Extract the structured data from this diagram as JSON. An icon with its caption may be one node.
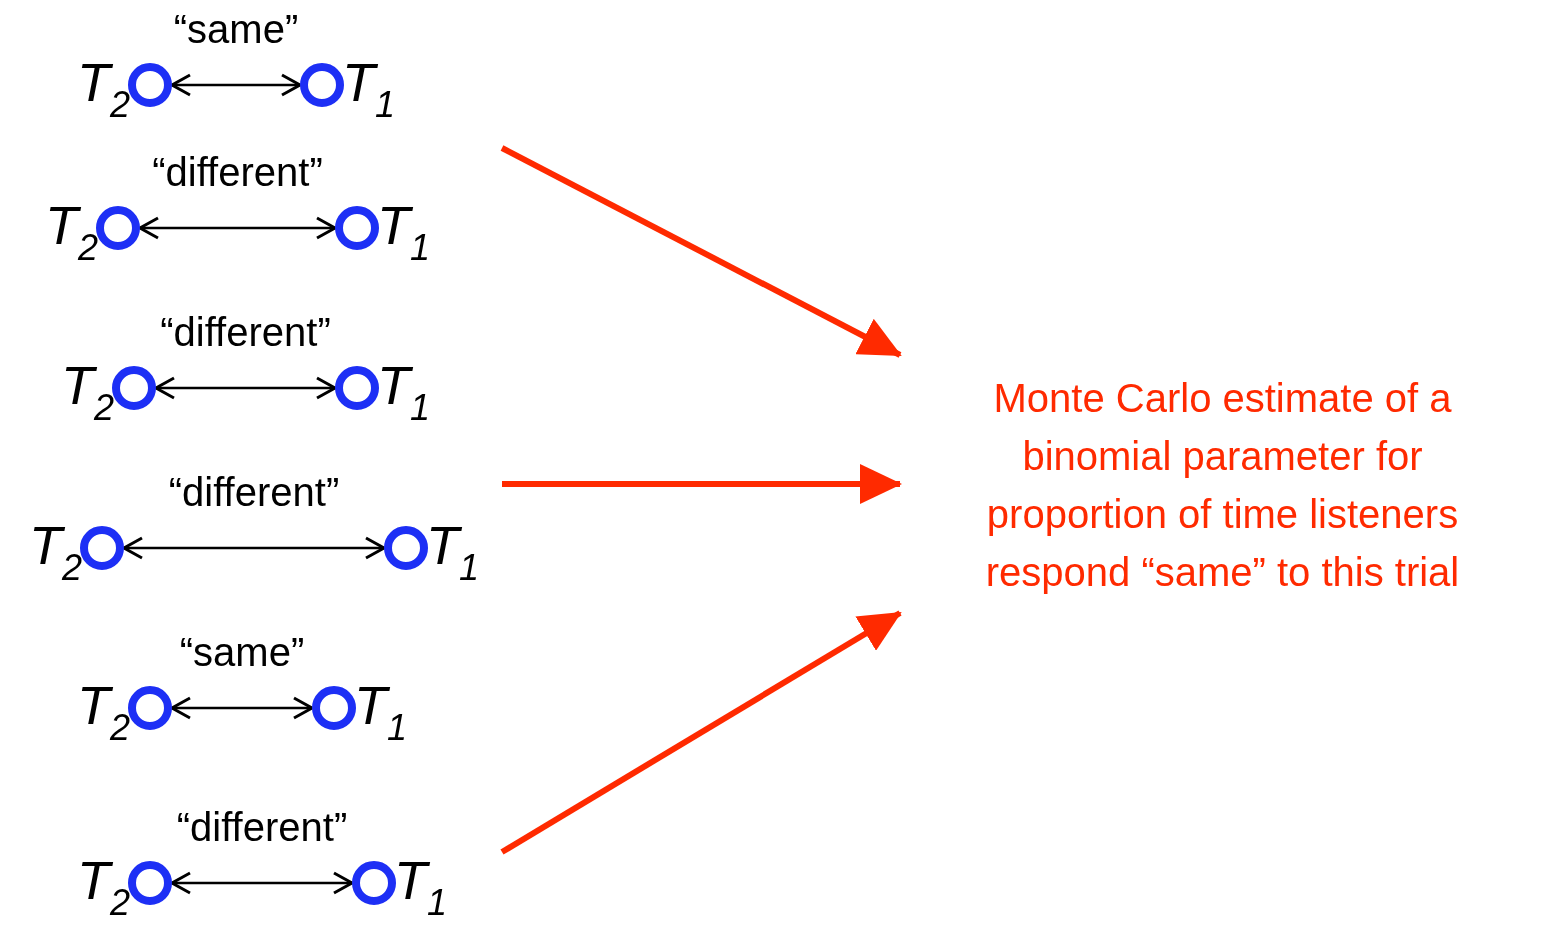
{
  "diagram": {
    "nodes": [
      {
        "text": [],
        "shape": "circle",
        "beside": [
          "T$_{2}$"
        ]
      },
      {
        "text": [],
        "shape": "circle",
        "beside": [
          "T$_{1}$"
        ]
      },
      {
        "text": [],
        "shape": "circle",
        "beside": [
          "T$_{2}$"
        ]
      },
      {
        "text": [],
        "shape": "circle",
        "beside": [
          "T$_{1}$"
        ]
      },
      {
        "text": [],
        "shape": "circle",
        "beside": [
          "T$_{2}$"
        ]
      },
      {
        "text": [],
        "shape": "circle",
        "beside": [
          "T$_{1}$"
        ]
      },
      {
        "text": [],
        "shape": "circle",
        "beside": [
          "T$_{2}$"
        ]
      },
      {
        "text": [],
        "shape": "circle",
        "beside": [
          "T$_{1}$"
        ]
      },
      {
        "text": [],
        "shape": "circle",
        "beside": [
          "T$_{2}$"
        ]
      },
      {
        "text": [],
        "shape": "circle",
        "beside": [
          "T$_{1}$"
        ]
      },
      {
        "text": [],
        "shape": "circle",
        "beside": [
          "T$_{2}$"
        ]
      },
      {
        "text": [],
        "shape": "circle",
        "beside": [
          "T$_{1}$"
        ]
      },
      {
        "text": [
          "Monte Carlo estimate of a binomial parameter for proportion of time listeners respond “same” to this trial"
        ]
      }
    ],
    "edges": [
      {
        "from": 0,
        "to": 1,
        "arrow": "both",
        "label": "“same”"
      },
      {
        "from": 2,
        "to": 3,
        "arrow": "both",
        "label": "“different”"
      },
      {
        "from": 4,
        "to": 5,
        "arrow": "both",
        "label": "“different”"
      },
      {
        "from": 6,
        "to": 7,
        "arrow": "both",
        "label": "“different”"
      },
      {
        "from": 8,
        "to": 9,
        "arrow": "both",
        "label": "“same”"
      },
      {
        "from": 10,
        "to": 11,
        "arrow": "both",
        "label": "“different”"
      },
      {
        "from": null,
        "to": 12,
        "arrow": "to",
        "style": "thick",
        "color": "#ff2a00"
      },
      {
        "from": null,
        "to": 12,
        "arrow": "to",
        "style": "thick",
        "color": "#ff2a00"
      },
      {
        "from": null,
        "to": 12,
        "arrow": "to",
        "style": "thick",
        "color": "#ff2a00"
      }
    ]
  }
}
